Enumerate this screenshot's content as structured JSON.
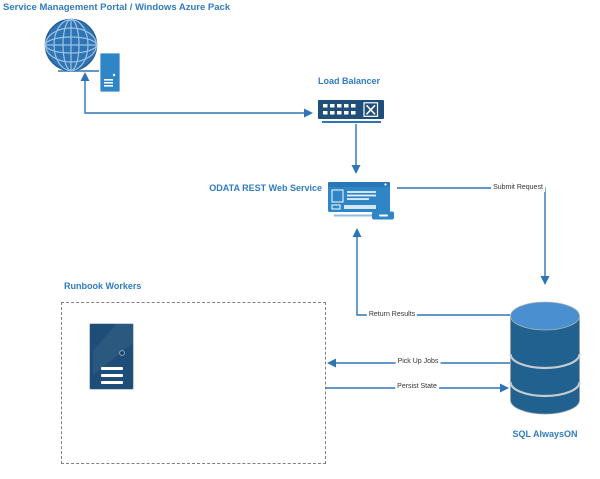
{
  "diagram": {
    "title": "Service architecture diagram",
    "nodes": {
      "portal": {
        "label": "Service Management Portal / Windows Azure Pack",
        "icons": [
          "globe-icon",
          "server-icon"
        ]
      },
      "load_balancer": {
        "label": "Load Balancer",
        "icons": [
          "load-balancer-icon"
        ]
      },
      "odata": {
        "label": "ODATA REST Web Service",
        "icons": [
          "web-form-icon",
          "slider-icon"
        ]
      },
      "runbook": {
        "label": "Runbook Workers",
        "icons": [
          "tower-server-icon"
        ],
        "boundary": "dashed-box"
      },
      "sql": {
        "label": "SQL AlwaysON",
        "icons": [
          "database-cylinder-icon"
        ]
      }
    },
    "edges": {
      "portal_lb": {
        "label": "",
        "from": "load_balancer",
        "to": "portal",
        "style": "double-headed"
      },
      "lb_odata": {
        "label": "",
        "from": "load_balancer",
        "to": "odata"
      },
      "submit_request": {
        "label": "Submit Request",
        "from": "odata",
        "to": "sql"
      },
      "return_results": {
        "label": "Return Results",
        "from": "sql",
        "to": "odata"
      },
      "pick_up_jobs": {
        "label": "Pick Up Jobs",
        "from": "sql",
        "to": "runbook"
      },
      "persist_state": {
        "label": "Persist State",
        "from": "runbook",
        "to": "sql"
      }
    },
    "colors": {
      "label_blue": "#2F7CC2",
      "line_blue": "#2E75B6",
      "navy": "#1F4E79",
      "icon_blue": "#2E86C6",
      "cylinder_body": "#20618F",
      "cylinder_top": "#4A90D0",
      "edge_label_text": "#333333",
      "dashed_border": "#808080"
    }
  }
}
